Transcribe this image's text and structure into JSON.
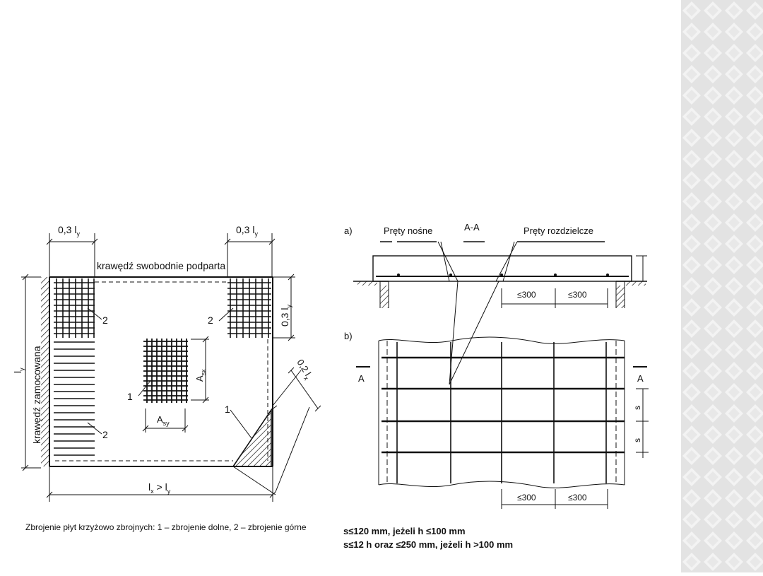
{
  "left": {
    "dim_top_left": "0,3 l",
    "dim_top_left_sub": "y",
    "dim_top_right": "0,3 l",
    "dim_top_right_sub": "y",
    "edge_top": "krawędź swobodnie podparta",
    "edge_left": "krawędź zamocowana",
    "ly_label": "l",
    "ly_sub": "y",
    "dim_right": "0,3 l",
    "dim_right_sub": "y",
    "diag_dim": "0,2 l",
    "diag_dim_sub": "x",
    "marker_1": "1",
    "marker_2": "2",
    "asx_label": "A",
    "asx_sub": "sx",
    "asy_label": "A",
    "asy_sub": "sy",
    "bottom_dim_lx": "l",
    "bottom_dim_lx_sub": "x",
    "bottom_dim_gt": " > l",
    "bottom_dim_ly_sub": "y",
    "caption": "Zbrojenie płyt krzyżowo zbrojnych: 1 – zbrojenie dolne, 2 – zbrojenie górne"
  },
  "right": {
    "label_a": "a)",
    "label_b": "b)",
    "prety_nosne": "Pręty nośne",
    "section": "A-A",
    "prety_rozdzielcze": "Pręty rozdzielcze",
    "spacing_1": "≤300",
    "spacing_2": "≤300",
    "spacing_3": "≤300",
    "spacing_4": "≤300",
    "sec_left": "A",
    "sec_right": "A",
    "s_label_1": "s",
    "s_label_2": "s"
  },
  "notes": {
    "line1": "s≤120 mm, jeżeli h ≤100 mm",
    "line2": "s≤12 h oraz ≤250 mm, jeżeli h >100 mm"
  },
  "colors": {
    "ink": "#111111",
    "strip_base": "#e6e6e6",
    "strip_diamond": "#f4f4f4"
  }
}
